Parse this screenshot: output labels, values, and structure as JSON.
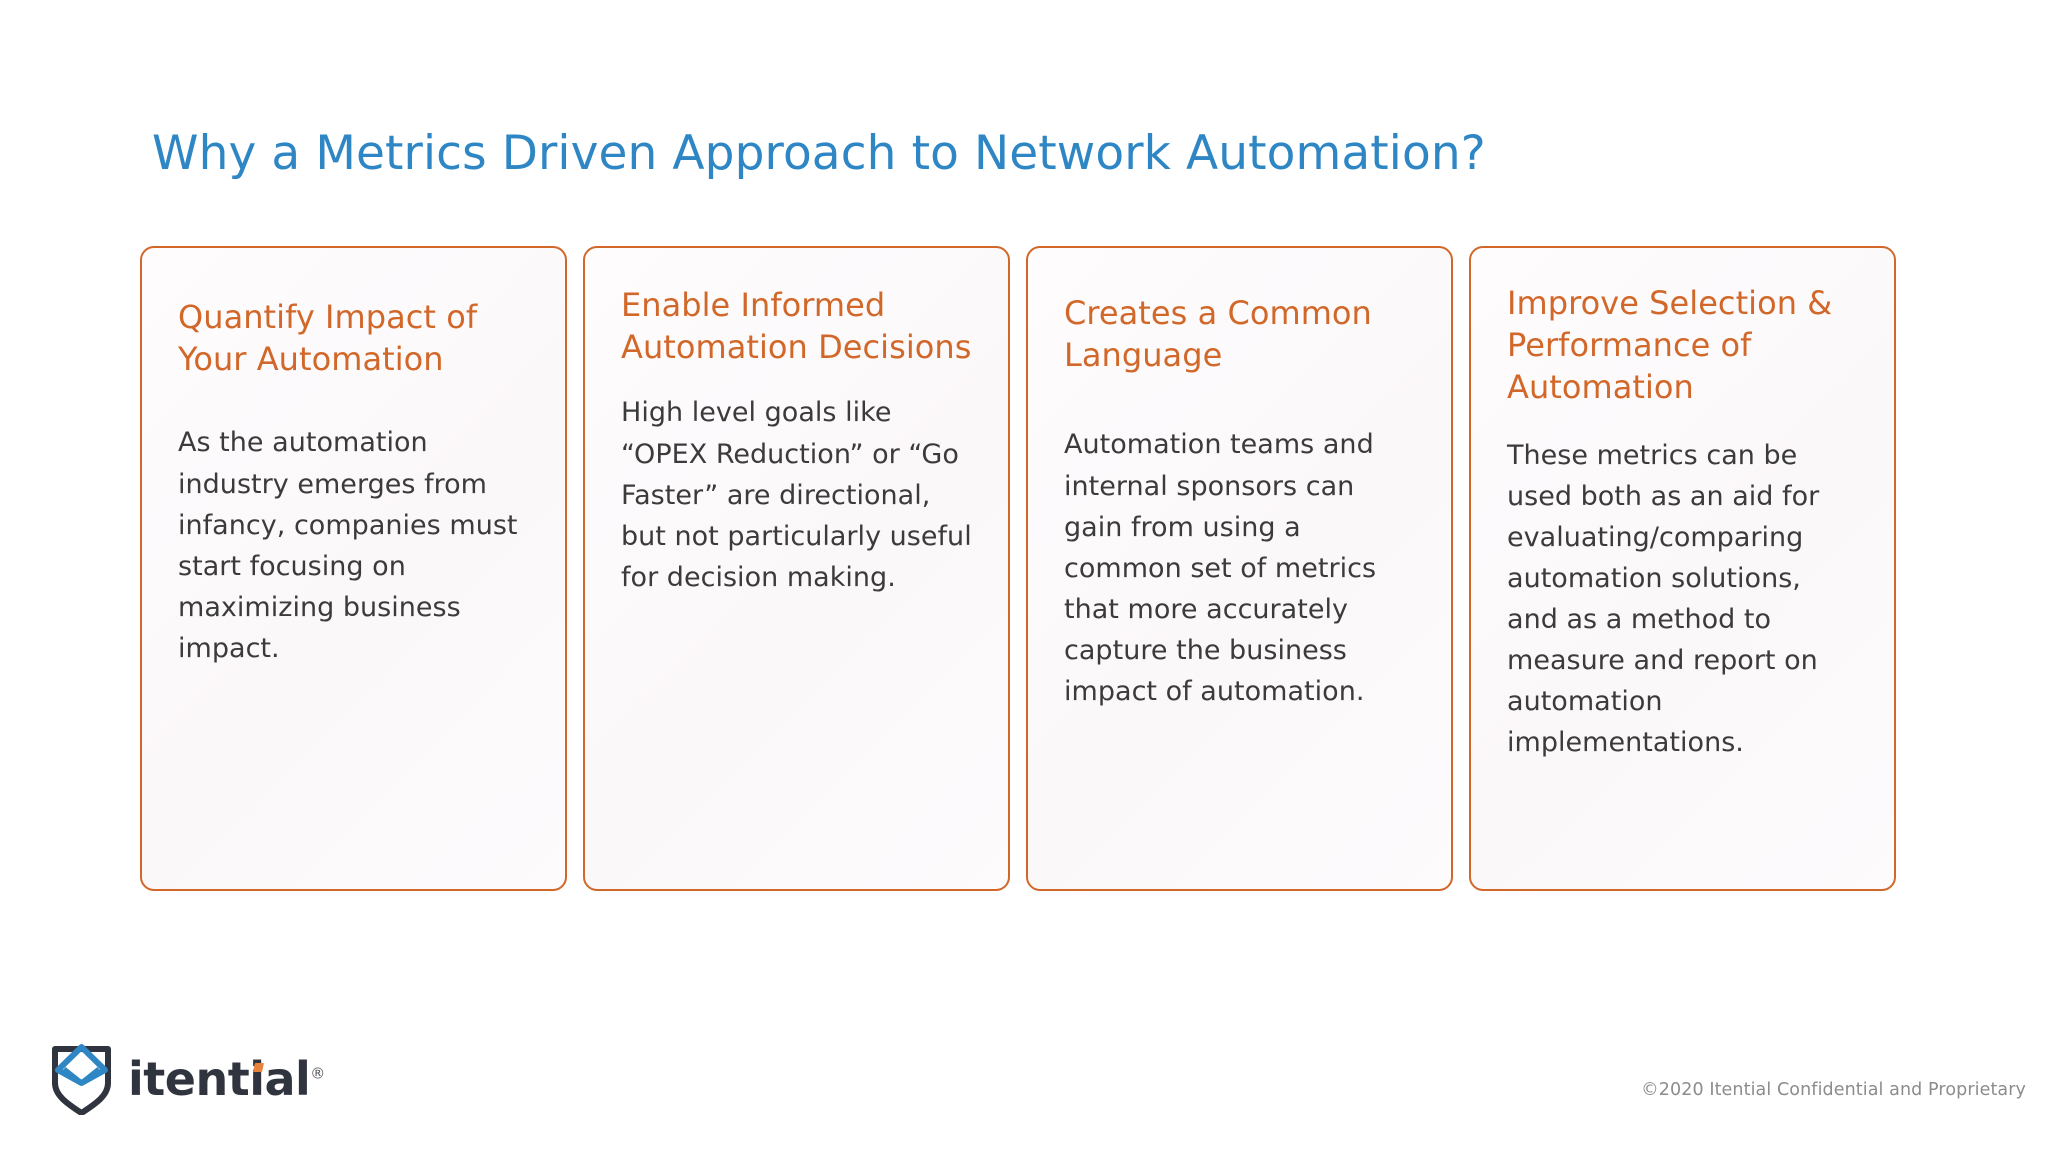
{
  "slide": {
    "title": "Why a Metrics Driven Approach to Network Automation?",
    "title_color": "#2E87C4",
    "accent_color": "#D1682A",
    "body_color": "#3B3B3B",
    "background_color": "#FFFFFF"
  },
  "cards": [
    {
      "heading": "Quantify Impact of Your Automation",
      "body": "As the automation industry emerges from infancy, companies must start focusing on maximizing business impact."
    },
    {
      "heading": "Enable Informed Automation Decisions",
      "body": "High level goals like “OPEX Reduction” or “Go Faster” are directional, but not particularly useful for decision making."
    },
    {
      "heading": "Creates a Common Language",
      "body": "Automation teams and internal sponsors can gain from using a common set of metrics that more accurately capture the business impact of automation."
    },
    {
      "heading": "Improve Selection & Performance of Automation",
      "body": "These metrics can be used both as an aid for evaluating/comparing automation solutions, and as a method to measure and report on automation implementations."
    }
  ],
  "footer": {
    "logo_wordmark": "itential",
    "logo_registered": "®",
    "copyright": "©2020 Itential Confidential and Proprietary"
  }
}
